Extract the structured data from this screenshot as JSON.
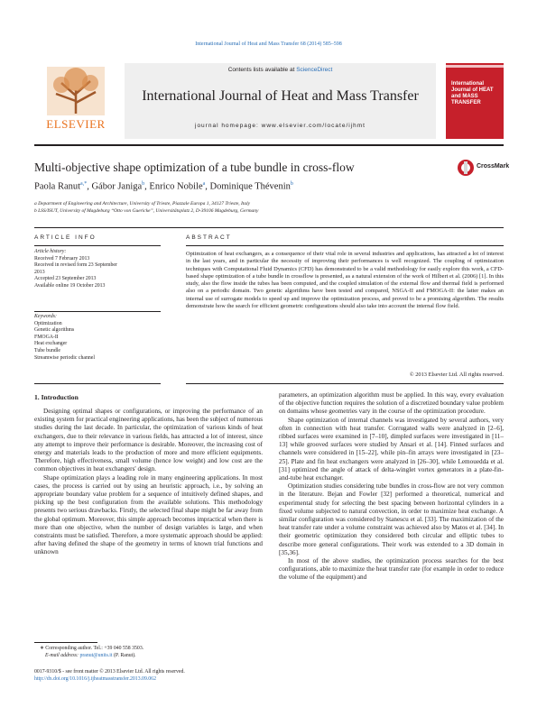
{
  "top_journal_line": "International Journal of Heat and Mass Transfer 68 (2014) 585–598",
  "header": {
    "contents_prefix": "Contents lists available at ",
    "contents_link": "ScienceDirect",
    "journal_title": "International Journal of Heat and Mass Transfer",
    "homepage": "journal homepage: www.elsevier.com/locate/ijhmt",
    "publisher": "ELSEVIER",
    "cover_title": "International Journal of HEAT and MASS TRANSFER"
  },
  "article": {
    "title": "Multi-objective shape optimization of a tube bundle in cross-flow",
    "crossmark": "CrossMark",
    "authors": [
      {
        "name": "Paola Ranut",
        "sup": "a,*"
      },
      {
        "name": "Gábor Janiga",
        "sup": "b"
      },
      {
        "name": "Enrico Nobile",
        "sup": "a"
      },
      {
        "name": "Dominique Thévenin",
        "sup": "b"
      }
    ],
    "affiliations": [
      "a Department of Engineering and Architecture, University of Trieste, Piazzale Europa 1, 34127 Trieste, Italy",
      "b LSS/ISUT, University of Magdeburg “Otto von Guericke”, Universitätsplatz 2, D-39106 Magdeburg, Germany"
    ]
  },
  "article_info": {
    "heading": "ARTICLE INFO",
    "history_label": "Article history:",
    "history": [
      "Received 7 February 2013",
      "Received in revised form 23 September",
      "2013",
      "Accepted 23 September 2013",
      "Available online 19 October 2013"
    ],
    "keywords_label": "Keywords:",
    "keywords": [
      "Optimization",
      "Genetic algorithms",
      "FMOGA-II",
      "Heat exchanger",
      "Tube bundle",
      "Streamwise periodic channel"
    ]
  },
  "abstract": {
    "heading": "ABSTRACT",
    "text": "Optimization of heat exchangers, as a consequence of their vital role in several industries and applications, has attracted a lot of interest in the last years, and in particular the necessity of improving their performances is well recognized. The coupling of optimization techniques with Computational Fluid Dynamics (CFD) has demonstrated to be a valid methodology for easily explore this work, a CFD-based shape optimization of a tube bundle in crossflow is presented, as a natural extension of the work of Hilbert et al. (2006) [1]. In this study, also the flow inside the tubes has been computed, and the coupled simulation of the external flow and thermal field is performed also on a periodic domain. Two genetic algorithms have been tested and compared, NSGA-II and FMOGA-II: the latter makes an internal use of surrogate models to speed up and improve the optimization process, and proved to be a promising algorithm. The results demonstrate how the search for efficient geometric configurations should also take into account the internal flow field.",
    "copyright": "© 2013 Elsevier Ltd. All rights reserved."
  },
  "intro": {
    "heading": "1. Introduction",
    "col1": [
      "Designing optimal shapes or configurations, or improving the performance of an existing system for practical engineering applications, has been the subject of numerous studies during the last decade. In particular, the optimization of various kinds of heat exchangers, due to their relevance in various fields, has attracted a lot of interest, since any attempt to improve their performance is desirable. Moreover, the increasing cost of energy and materials leads to the production of more and more efficient equipments. Therefore, high effectiveness, small volume (hence low weight) and low cost are the common objectives in heat exchangers' design.",
      "Shape optimization plays a leading role in many engineering applications. In most cases, the process is carried out by using an heuristic approach, i.e., by solving an appropriate boundary value problem for a sequence of intuitively defined shapes, and picking up the best configuration from the available solutions. This methodology presents two serious drawbacks. Firstly, the selected final shape might be far away from the global optimum. Moreover, this simple approach becomes impractical when there is more than one objective, when the number of design variables is large, and when constraints must be satisfied. Therefore, a more systematic approach should be applied: after having defined the shape of the geometry in terms of known trial functions and unknown"
    ],
    "col2": [
      "parameters, an optimization algorithm must be applied. In this way, every evaluation of the objective function requires the solution of a discretized boundary value problem on domains whose geometries vary in the course of the optimization procedure.",
      "Shape optimization of internal channels was investigated by several authors, very often in connection with heat transfer. Corrugated walls were analyzed in [2–6], ribbed surfaces were examined in [7–10], dimpled surfaces were investigated in [11–13] while grooved surfaces were studied by Ansari et al. [14]. Finned surfaces and channels were considered in [15–22], while pin–fin arrays were investigated in [23–25]. Plate and fin heat exchangers were analyzed in [26–30], while Lemouedda et al. [31] optimized the angle of attack of delta-winglet vortex generators in a plate-fin-and-tube heat exchanger.",
      "Optimization studies considering tube bundles in cross-flow are not very common in the literature. Bejan and Fowler [32] performed a theoretical, numerical and experimental study for selecting the best spacing between horizontal cylinders in a fixed volume subjected to natural convection, in order to maximize heat exchange. A similar configuration was considered by Stanescu et al. [33]. The maximization of the heat transfer rate under a volume constraint was achieved also by Matos et al. [34]. In their geometric optimization they considered both circular and elliptic tubes to describe more general configurations. Their work was extended to a 3D domain in [35,36].",
      "In most of the above studies, the optimization process searches for the best configurations, able to maximize the heat transfer rate (for example in order to reduce the volume of the equipment) and"
    ]
  },
  "footnote": {
    "corresponding": "∗ Corresponding author. Tel.: +39 040 558 3503.",
    "email_label": "E-mail address: ",
    "email": "pranut@units.it",
    "email_suffix": " (P. Ranut).",
    "issn": "0017-9310/$ - see front matter © 2013 Elsevier Ltd. All rights reserved.",
    "doi": "http://dx.doi.org/10.1016/j.ijheatmasstransfer.2013.09.062"
  },
  "colors": {
    "link": "#2a6fb7",
    "elsevier_orange": "#e9711c",
    "cover_red": "#c6202b",
    "header_bg": "#efefef"
  }
}
